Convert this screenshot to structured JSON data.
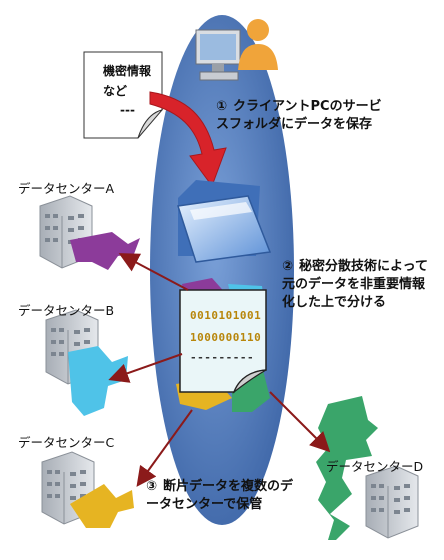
{
  "note": {
    "line1": "機密情報",
    "line2": "など",
    "line3": "---"
  },
  "steps": {
    "step1": {
      "num": "①",
      "text": "クライアントPCのサービスフォルダにデータを保存"
    },
    "step2": {
      "num": "②",
      "text": "秘密分散技術によって元のデータを非重要情報化した上で分ける"
    },
    "step3": {
      "num": "③",
      "text": "断片データを複数のデータセンターで保管"
    }
  },
  "datacenters": {
    "a": "データセンターA",
    "b": "データセンターB",
    "c": "データセンターC",
    "d": "データセンターD"
  },
  "document": {
    "line1": "0010101001",
    "line2": "1000000110",
    "line3": "---------"
  },
  "colors": {
    "ellipse": "#5b83c2",
    "purple": "#8c3b9a",
    "cyan": "#4fc3e8",
    "gold": "#e6b422",
    "green": "#3aa56a",
    "arrow": "#8b1a1a",
    "bigArrow": "#d8232a"
  }
}
